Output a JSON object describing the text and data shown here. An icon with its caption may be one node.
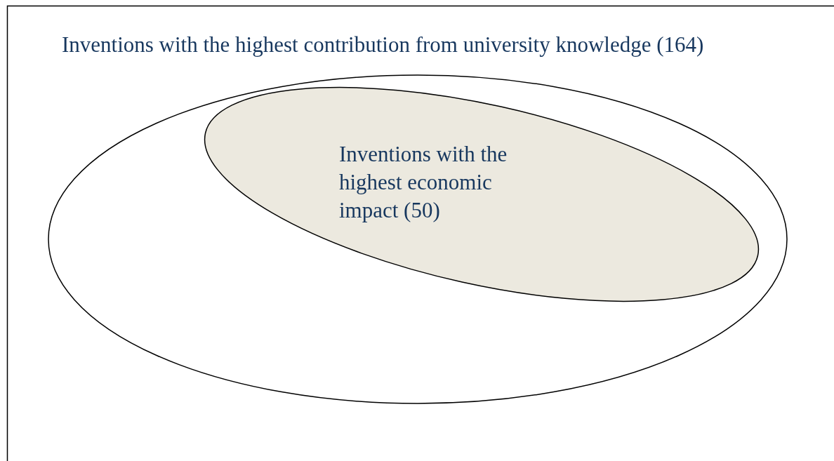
{
  "diagram": {
    "nodes": [
      {
        "text": [
          "Inventions with the highest contribution from university knowledge (164)"
        ]
      },
      {
        "text": [
          "Inventions with the highest economic impact (50)"
        ],
        "in": 0
      }
    ]
  }
}
